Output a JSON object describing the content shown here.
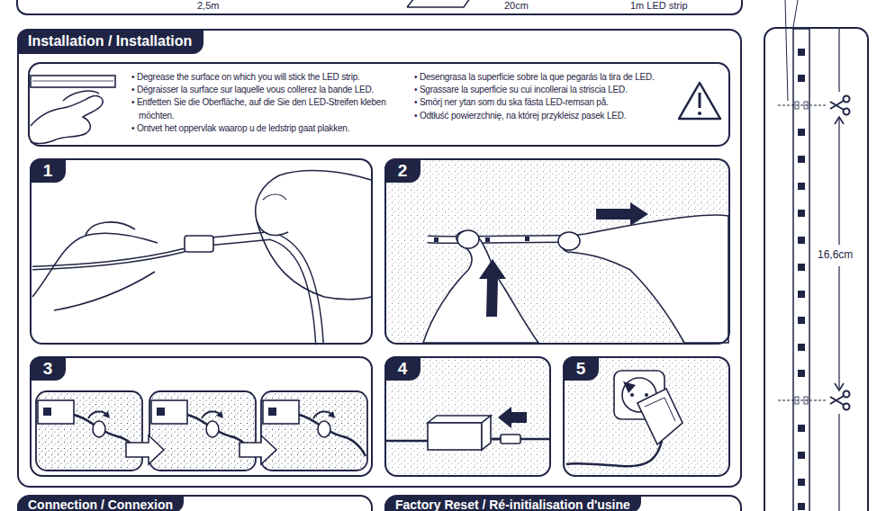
{
  "diagram": {
    "nodes": [
      {
        "text": [
          "2,5m",
          "20cm",
          "1m LED strip"
        ]
      },
      {
        "text": [
          "Installation / Installation"
        ]
      },
      {
        "text": [
          "• Degrease the surface on which you will stick the LED strip.",
          "• Dégraisser la surface sur laquelle vous collerez la bande LED.",
          "• Entfetten Sie die Oberfläche, auf die Sie den LED-Streifen kleben möchten.",
          "• Ontvet het oppervlak waarop u de ledstrip gaat plakken.",
          "• Desengrasa la superficie sobre la que pegarás la tira de LED.",
          "• Sgrassare la superficie su cui incollerai la striscia LED.",
          "• Smörj ner ytan som du ska fästa LED-remsan på.",
          "• Odtłuść powierzchnię, na której przykleisz pasek LED."
        ],
        "in": 1
      },
      {
        "text": [
          "1"
        ],
        "in": 1
      },
      {
        "text": [
          "2"
        ],
        "in": 1
      },
      {
        "text": [
          "3"
        ],
        "in": 1
      },
      {
        "text": [
          "4"
        ],
        "in": 1
      },
      {
        "text": [
          "5"
        ],
        "in": 1
      },
      {
        "text": [
          "Connection / Connexion"
        ]
      },
      {
        "text": [
          "Factory Reset / Ré-initialisation d'usine"
        ]
      },
      {
        "text": [
          "16,6cm"
        ]
      }
    ]
  }
}
